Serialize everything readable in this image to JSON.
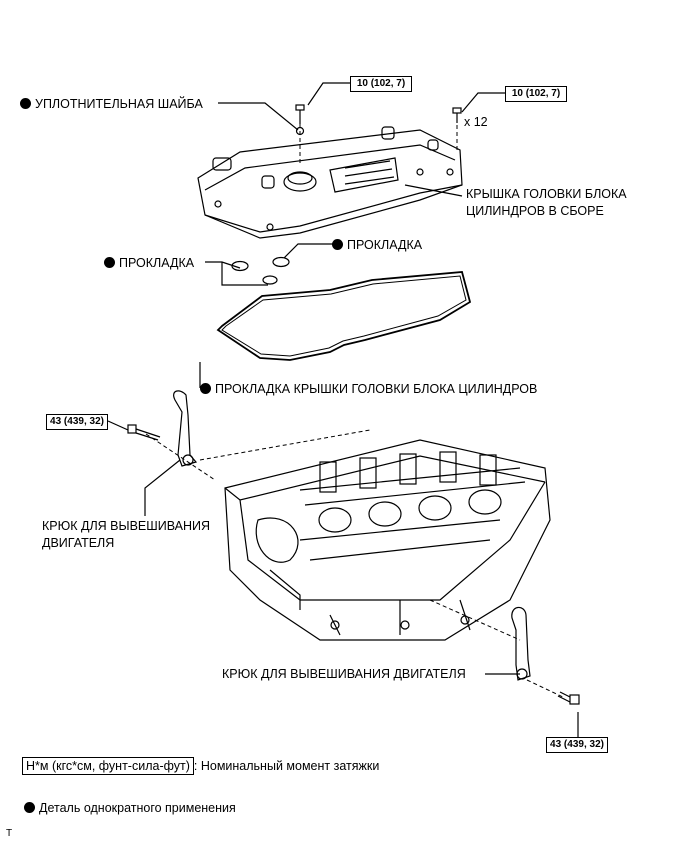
{
  "torque": {
    "bolt_small_1": "10 (102, 7)",
    "bolt_small_2": "10 (102, 7)",
    "hook_bolt_upper": "43 (439, 32)",
    "hook_bolt_lower": "43 (439, 32)"
  },
  "labels": {
    "seal_washer": "УПЛОТНИТЕЛЬНАЯ ШАЙБА",
    "qty": "x 12",
    "cover_line1": "КРЫШКА ГОЛОВКИ БЛОКА",
    "cover_line2": "ЦИЛИНДРОВ В СБОРЕ",
    "gasket_right": "ПРОКЛАДКА",
    "gasket_left": "ПРОКЛАДКА",
    "cover_gasket": "ПРОКЛАДКА КРЫШКИ ГОЛОВКИ БЛОКА ЦИЛИНДРОВ",
    "hook_upper_line1": "КРЮК ДЛЯ ВЫВЕШИВАНИЯ",
    "hook_upper_line2": "ДВИГАТЕЛЯ",
    "hook_lower": "КРЮК ДЛЯ ВЫВЕШИВАНИЯ ДВИГАТЕЛЯ"
  },
  "legend": {
    "torque_units": "Н*м (кгс*см, фунт-сила-фут)",
    "torque_desc": ": Номинальный момент затяжки",
    "non_reusable": "Деталь однократного применения"
  },
  "corner_mark": "T"
}
